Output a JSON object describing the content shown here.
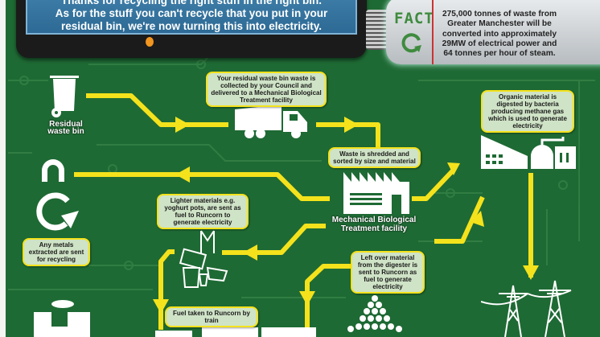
{
  "header": {
    "line1": "Thanks for recycling the right stuff in the right bin.",
    "line2": "As for the stuff you can't recycle that you put in your",
    "line3": "residual bin, we're now turning this into electricity."
  },
  "fact": {
    "label": "FACT",
    "text": "275,000 tonnes of waste from Greater Manchester will be converted into approximately 29MW of electrical power and 64 tonnes per hour of steam."
  },
  "labels": {
    "bin": "Residual waste bin",
    "mbt": "Mechanical Biological Treatment facility"
  },
  "captions": {
    "collected": "Your residual waste bin waste is collected by your Council and delivered to a Mechanical Biological Treatment facility",
    "shredded": "Waste is shredded and sorted by size and material",
    "organic": "Organic material is digested by bacteria producing methane gas which is used to generate electricity",
    "metals": "Any metals extracted are sent for recycling",
    "lighter": "Lighter materials e.g. yoghurt pots, are sent as fuel to Runcorn to generate electricity",
    "leftover": "Left over material from the digester is sent to Runcorn as fuel to generate electricity",
    "train": "Fuel taken to Runcorn by train"
  },
  "colors": {
    "background": "#1e6a34",
    "arrow": "#f4e21c",
    "caption": "#cfe3c6"
  }
}
